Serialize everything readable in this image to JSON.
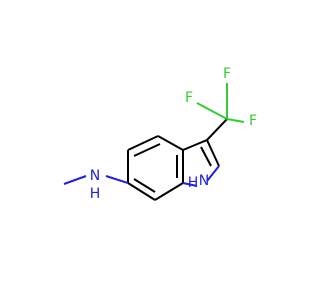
{
  "atoms": {
    "f1": "F",
    "f2": "F",
    "f3": "F",
    "nh_n": "N",
    "nh_h": "H",
    "ring_n": "N",
    "ring_h": "H"
  },
  "colors": {
    "bond": "#000000",
    "nitrogen": "#1f1fe0",
    "fluorine": "#33cc33"
  }
}
